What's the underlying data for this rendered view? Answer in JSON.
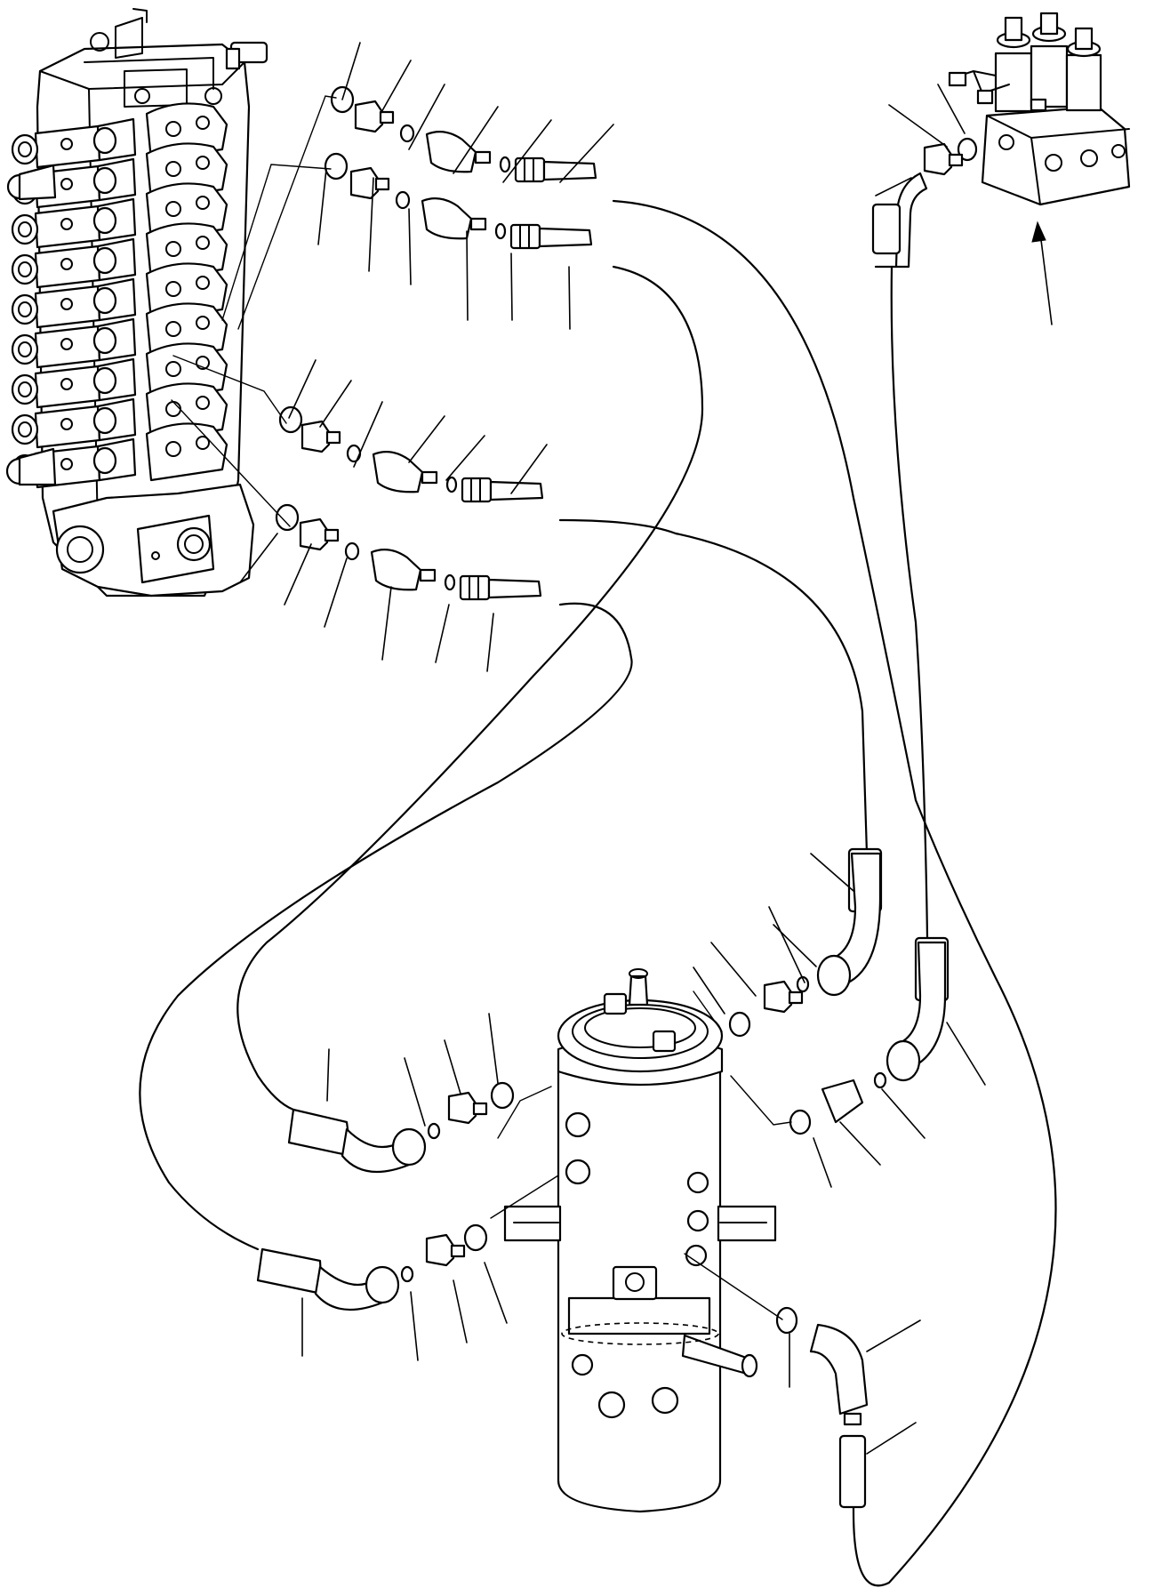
{
  "diagram": {
    "kind": "exploded hydraulic piping drawing",
    "labels": [],
    "components": [
      {
        "id": "control-valve",
        "icon": "control-valve-icon"
      },
      {
        "id": "swivel-joint",
        "icon": "swivel-joint-icon"
      },
      {
        "id": "solenoid-valve",
        "icon": "solenoid-valve-icon"
      }
    ]
  }
}
